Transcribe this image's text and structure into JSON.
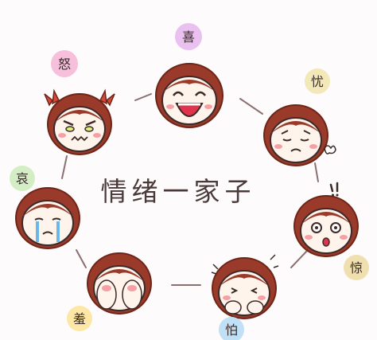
{
  "title": "情绪一家子",
  "emotions": {
    "happy": {
      "label": "喜",
      "color": "#e9c0ef"
    },
    "worry": {
      "label": "忧",
      "color": "#f2e8b8"
    },
    "fear": {
      "label": "惊",
      "color": "#f0e0b0"
    },
    "scared": {
      "label": "怕",
      "color": "#bfe0f5"
    },
    "shy": {
      "label": "羞",
      "color": "#fde7a6"
    },
    "sad": {
      "label": "哀",
      "color": "#d3eec4"
    },
    "angry": {
      "label": "怒",
      "color": "#f6c0dc"
    }
  },
  "colors": {
    "hair": "#9a3a2a",
    "hair_dark": "#6e2518",
    "skin": "#fff4ec",
    "cheek": "#f6a0a6",
    "line": "#3b2a28",
    "connector": "#8a7070"
  }
}
